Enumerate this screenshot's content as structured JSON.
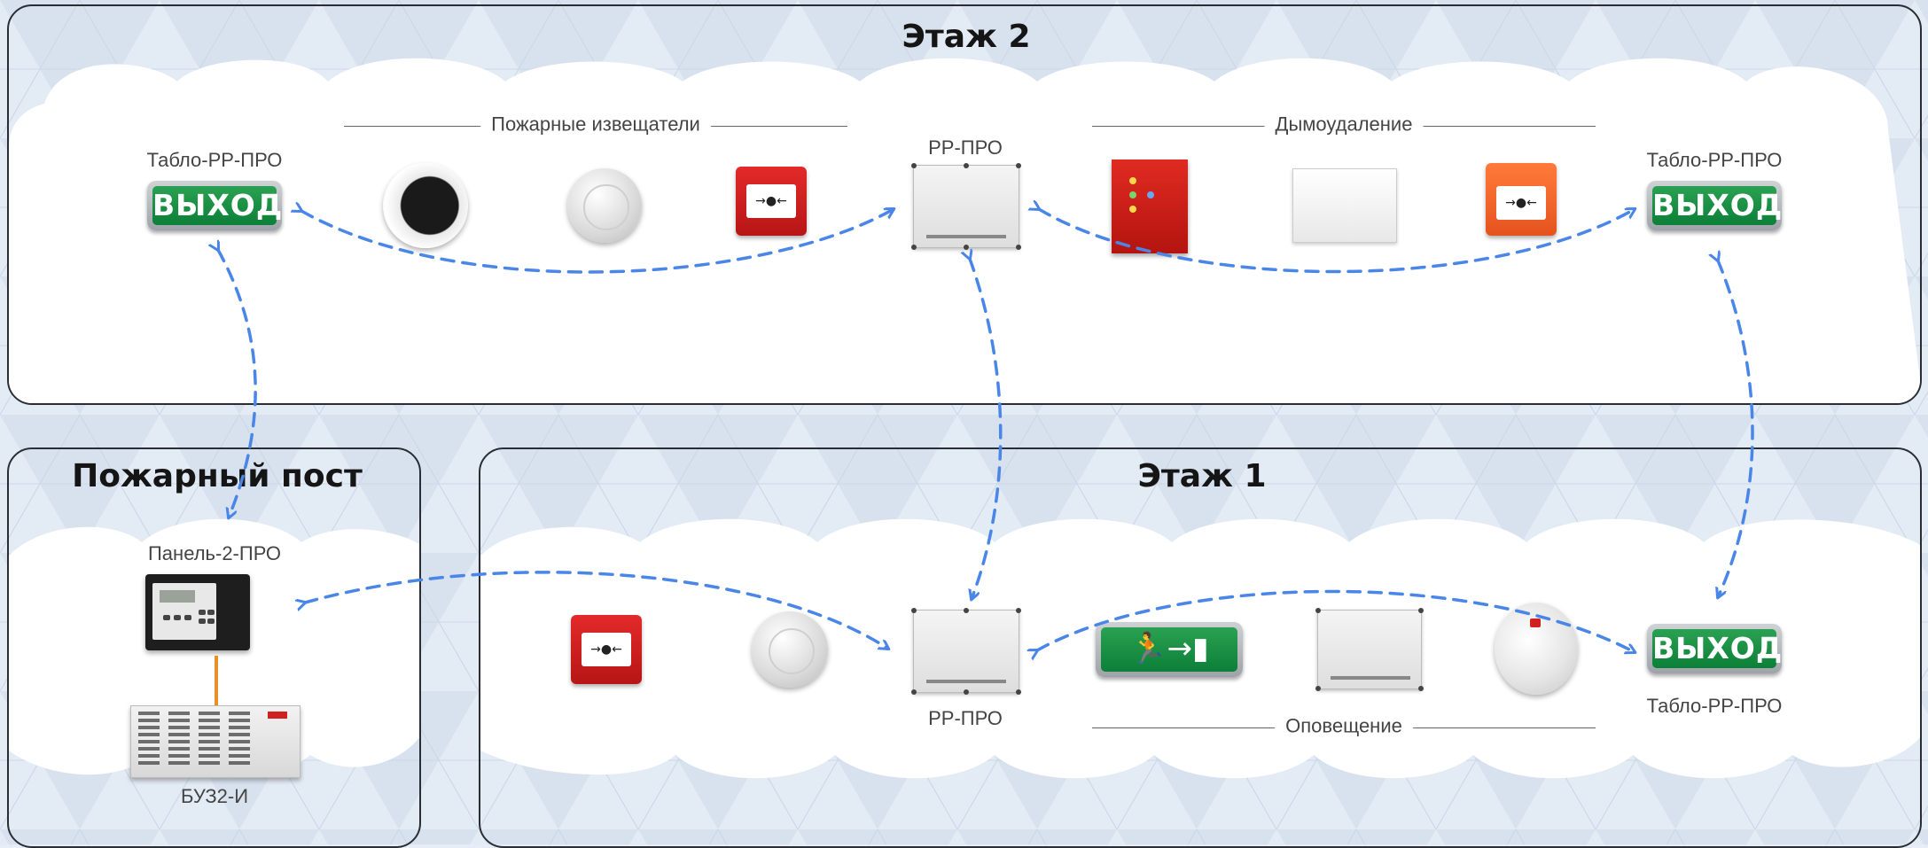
{
  "panels": {
    "floor2": {
      "title": "Этаж 2"
    },
    "post": {
      "title": "Пожарный пост"
    },
    "floor1": {
      "title": "Этаж 1"
    }
  },
  "groups": {
    "fire_detectors": "Пожарные извещатели",
    "smoke_removal": "Дымоудаление",
    "alerting": "Оповещение"
  },
  "labels": {
    "tablo_f2_left": "Табло-РР-ПРО",
    "rp_f2": "РР-ПРО",
    "tablo_f2_right": "Табло-РР-ПРО",
    "panel2": "Панель-2-ПРО",
    "buz": "БУЗ2-И",
    "rp_f1": "РР-ПРО",
    "tablo_f1": "Табло-РР-ПРО"
  },
  "signs": {
    "exit_text": "ВЫХОД"
  },
  "icons": {
    "exit_sign": "exit-sign-icon",
    "manual_call_point": "manual-call-point-icon",
    "smoke_detector": "smoke-detector-icon",
    "beam_detector": "beam-detector-icon",
    "controller": "controller-box-icon",
    "control_cabinet": "control-cabinet-icon",
    "module": "module-box-icon",
    "siren": "siren-icon",
    "evacuation_sign": "evacuation-sign-icon",
    "console": "control-panel-icon",
    "indicator_block": "indicator-block-icon"
  },
  "colors": {
    "connection": "#4a86e8",
    "panel_border": "#2a2e34",
    "wire": "#e8902a",
    "sign_green": "#15883d"
  }
}
